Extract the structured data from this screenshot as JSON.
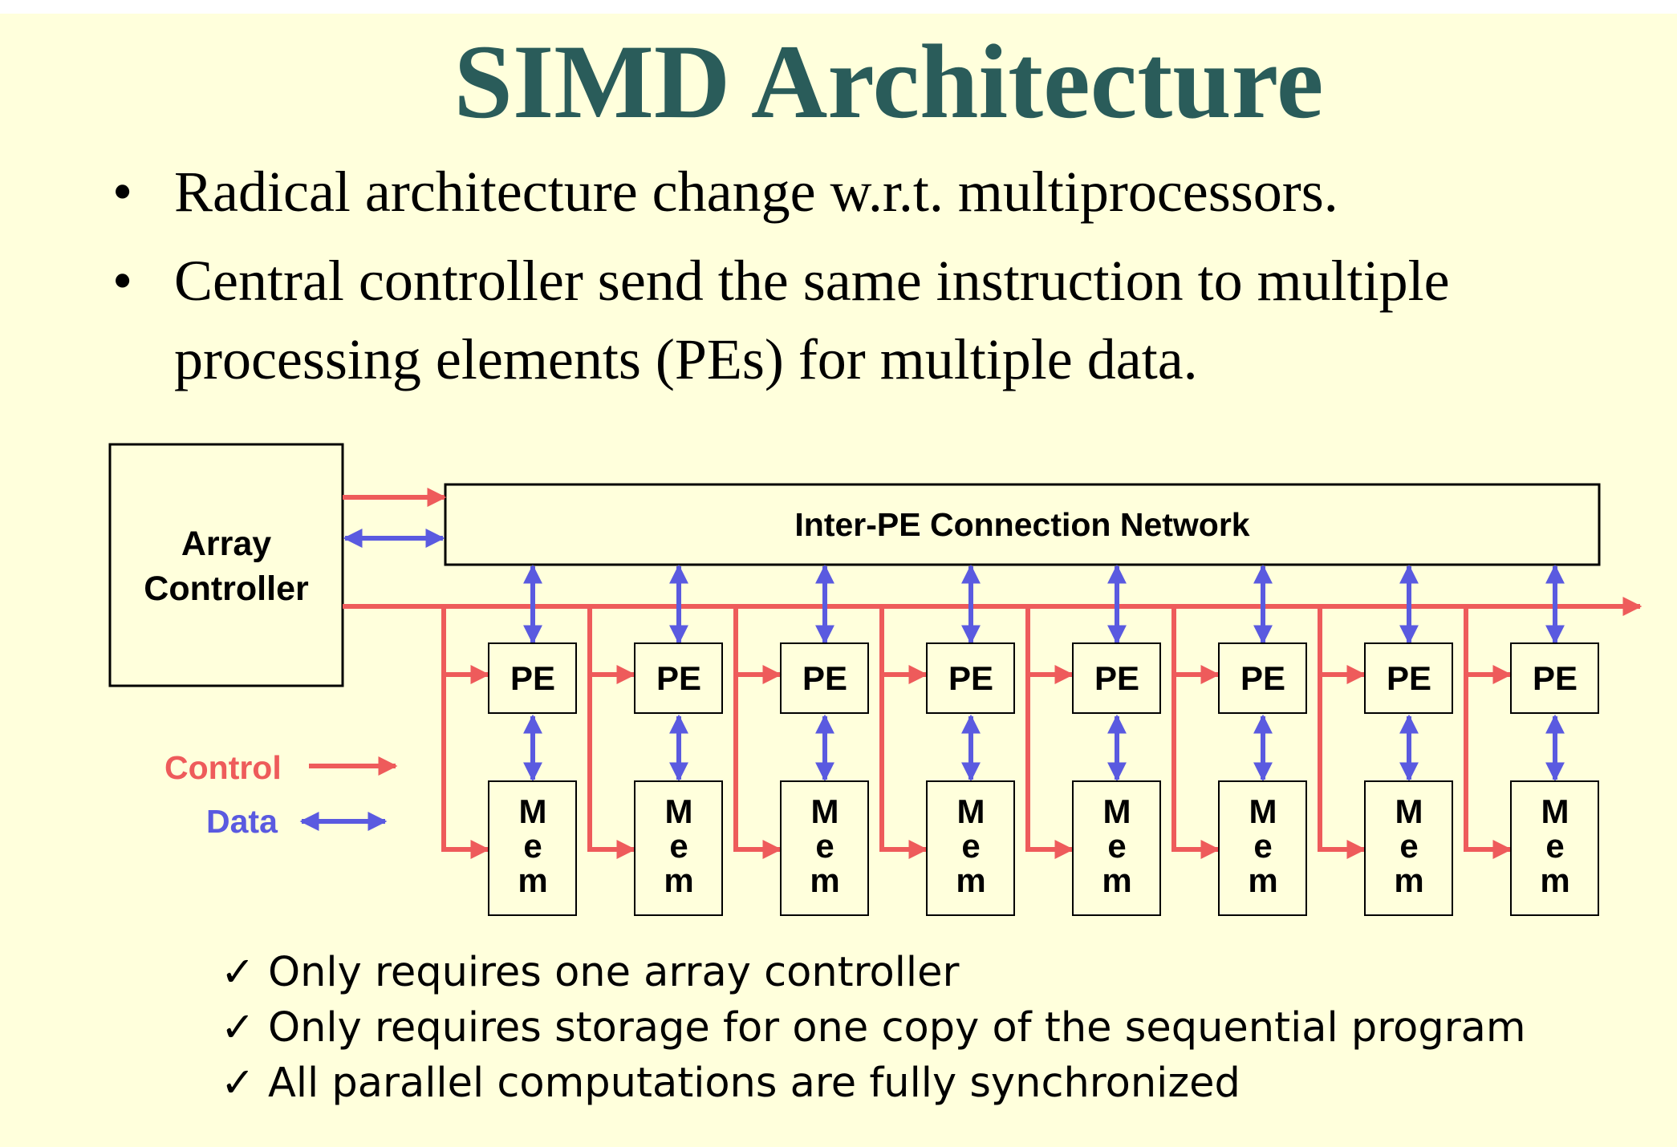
{
  "title": "SIMD Architecture",
  "bullets": [
    "Radical architecture change w.r.t. multiprocessors.",
    "Central controller send the same instruction to multiple",
    "processing elements (PEs) for multiple data."
  ],
  "bullet_symbol": "•",
  "diagram": {
    "array_controller": [
      "Array",
      "Controller"
    ],
    "network_label": "Inter-PE Connection Network",
    "pe_label": "PE",
    "mem_letters": [
      "M",
      "e",
      "m"
    ],
    "pe_count": 8,
    "legend": {
      "control": "Control",
      "data": "Data"
    },
    "colors": {
      "control": "#ee5b5b",
      "data": "#5a5ae0",
      "box_border": "#000000"
    }
  },
  "checks": [
    "✓ Only requires one array controller",
    "✓ Only requires storage for one copy of the sequential program",
    "✓ All parallel computations are fully synchronized"
  ],
  "colors": {
    "background": "#ffffdc",
    "title": "#2a5c5a"
  }
}
